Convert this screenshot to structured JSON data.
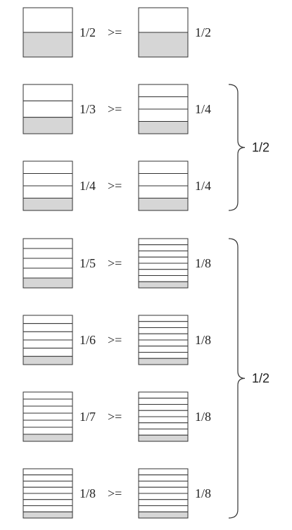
{
  "colors": {
    "stroke": "#333333",
    "shaded": "#d6d6d6",
    "empty": "#ffffff"
  },
  "rows": [
    {
      "left_parts": 2,
      "left_label": "1/2",
      "op": ">=",
      "right_parts": 2,
      "right_label": "1/2"
    },
    {
      "left_parts": 3,
      "left_label": "1/3",
      "op": ">=",
      "right_parts": 4,
      "right_label": "1/4"
    },
    {
      "left_parts": 4,
      "left_label": "1/4",
      "op": ">=",
      "right_parts": 4,
      "right_label": "1/4"
    },
    {
      "left_parts": 5,
      "left_label": "1/5",
      "op": ">=",
      "right_parts": 8,
      "right_label": "1/8"
    },
    {
      "left_parts": 6,
      "left_label": "1/6",
      "op": ">=",
      "right_parts": 8,
      "right_label": "1/8"
    },
    {
      "left_parts": 7,
      "left_label": "1/7",
      "op": ">=",
      "right_parts": 8,
      "right_label": "1/8"
    },
    {
      "left_parts": 8,
      "left_label": "1/8",
      "op": ">=",
      "right_parts": 8,
      "right_label": "1/8"
    }
  ],
  "braces": [
    {
      "first_row": 1,
      "last_row": 2,
      "label": "1/2"
    },
    {
      "first_row": 3,
      "last_row": 6,
      "label": "1/2"
    }
  ]
}
